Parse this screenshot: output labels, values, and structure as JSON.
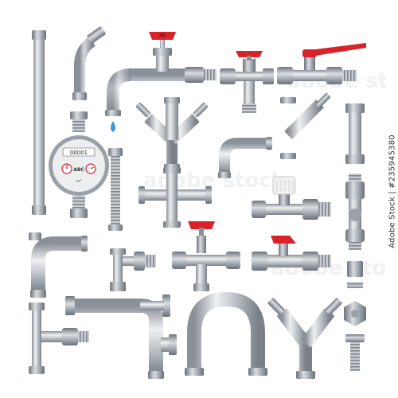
{
  "colors": {
    "pipe_light": "#e4e7ea",
    "pipe_mid": "#b7bcc2",
    "pipe_dark": "#7e858d",
    "valve_red": "#d8232a",
    "water_blue": "#3a9ad9",
    "thermo_white": "#f2f2f2"
  },
  "watermark": {
    "text": "adobe stock"
  },
  "meter": {
    "brand": "ABC",
    "digits": "00001",
    "unit": "m³"
  },
  "stock_id": "Adobe Stock | #235945380",
  "icons": [
    "straight-pipe-icon",
    "angled-pipe-icon",
    "faucet-pipe-icon",
    "water-drop-icon",
    "water-meter-icon",
    "flexible-hose-icon",
    "valve-tee-icon",
    "ball-valve-icon",
    "wye-fitting-icon",
    "cross-fitting-icon",
    "elbow-icon",
    "thermostat-valve-icon",
    "tee-valve-icon",
    "hex-nut-icon",
    "bolt-icon",
    "u-bend-icon"
  ]
}
